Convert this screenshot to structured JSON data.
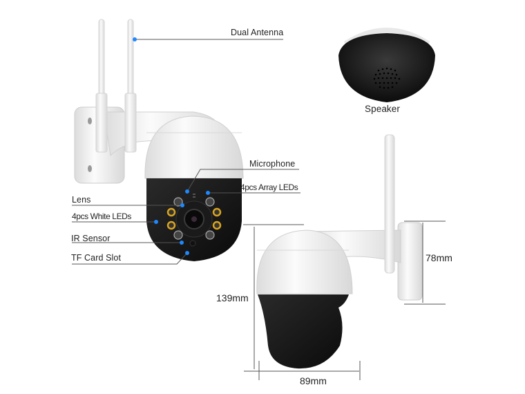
{
  "callouts": {
    "dual_antenna": "Dual Antenna",
    "speaker": "Speaker",
    "microphone": "Microphone",
    "array_leds": "4pcs Array LEDs",
    "lens": "Lens",
    "white_leds": "4pcs White LEDs",
    "ir_sensor": "IR Sensor",
    "tf_card_slot": "TF Card Slot"
  },
  "dimensions": {
    "height": "139mm",
    "width": "89mm",
    "mount_height": "78mm"
  },
  "colors": {
    "callout_dot": "#1e88ff",
    "line": "#555555",
    "body_white": "#f2f2f2",
    "body_black": "#161616",
    "led_amber": "#d9a520"
  }
}
